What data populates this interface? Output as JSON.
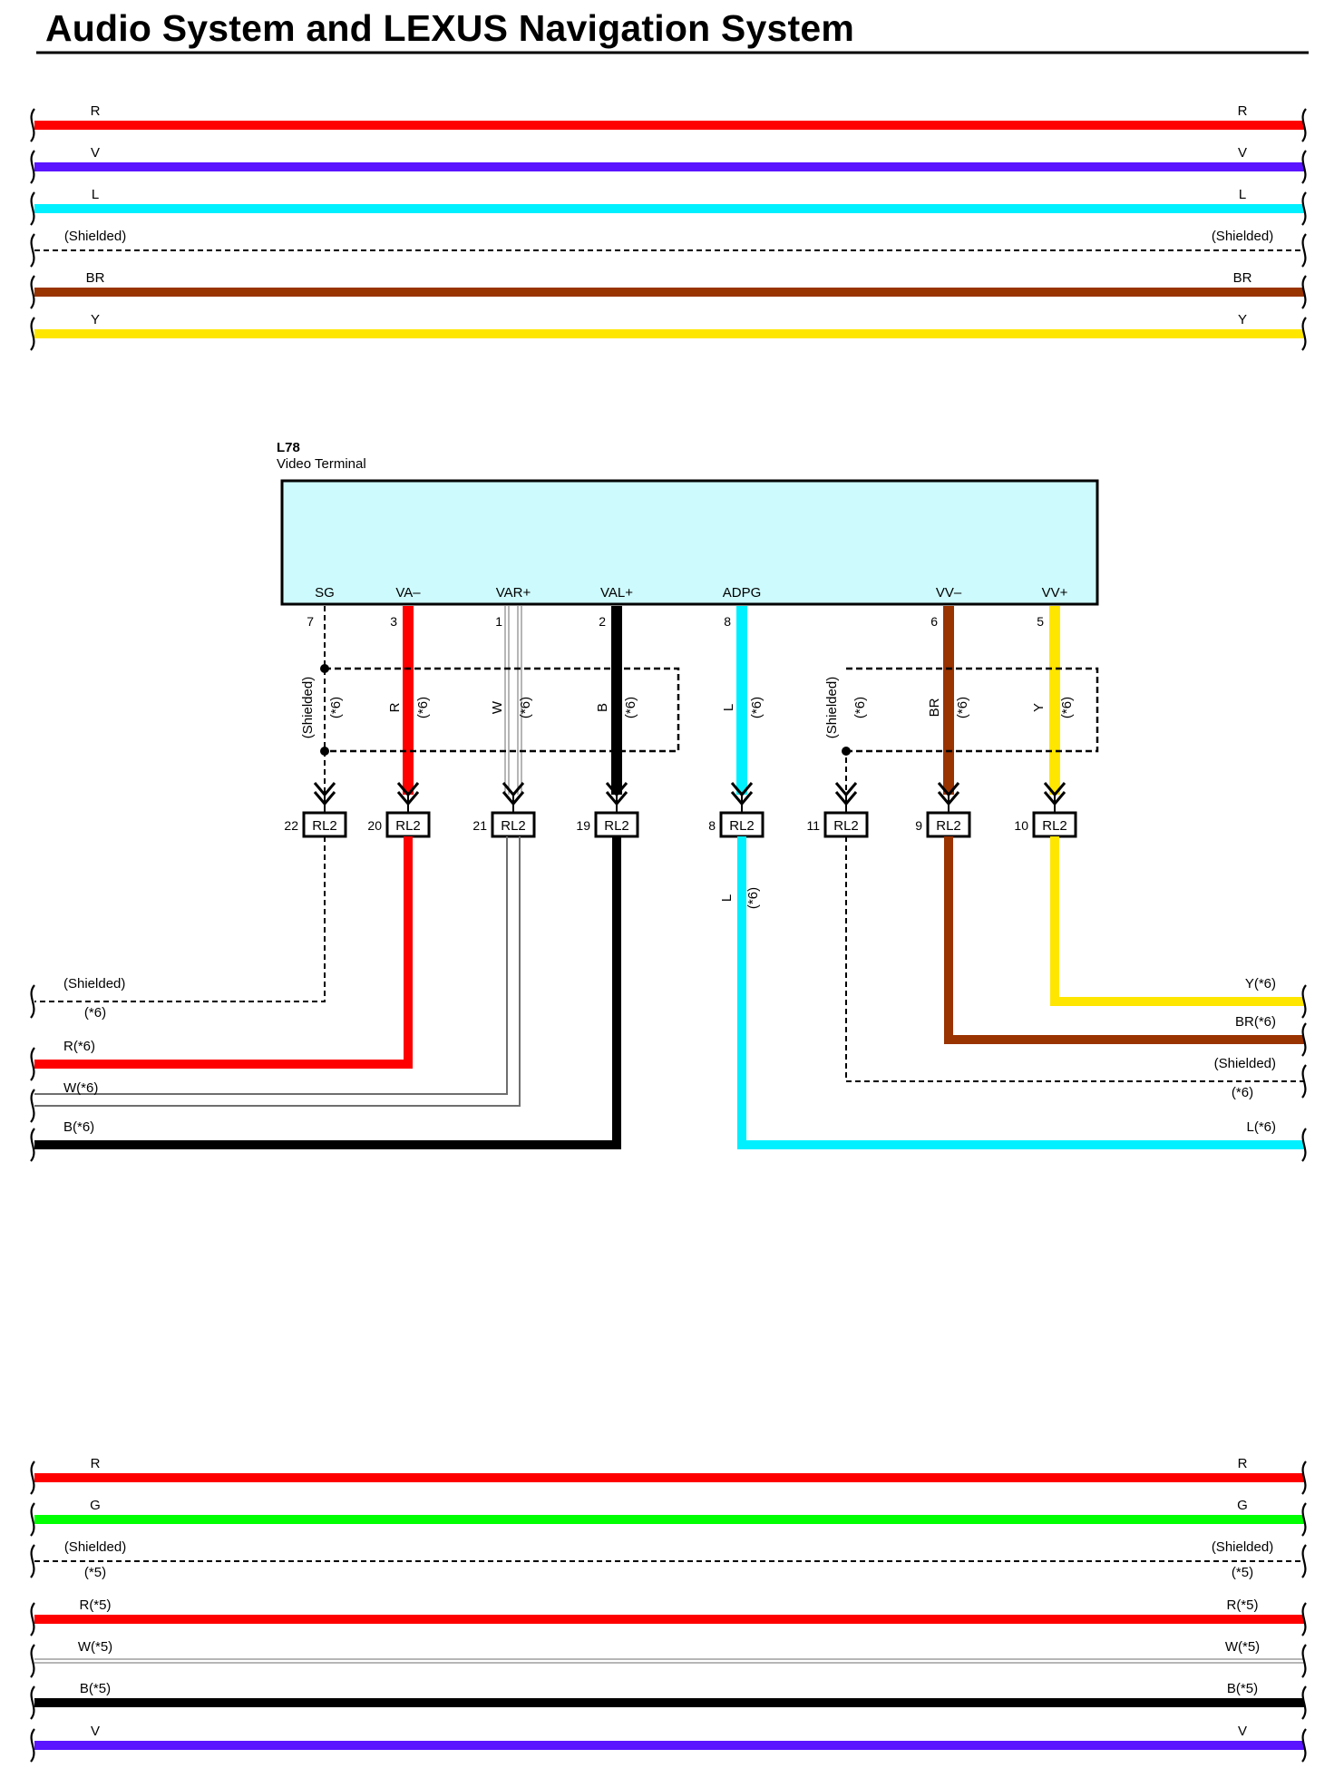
{
  "title": "Audio System and LEXUS Navigation System",
  "colors": {
    "R": "#ff0000",
    "V": "#5a14ff",
    "L": "#00f0ff",
    "BR": "#993300",
    "Y": "#ffe600",
    "G": "#00ff00",
    "B": "#000000",
    "W": "#888888",
    "connector_fill": "#cdfafd"
  },
  "top_harness": [
    {
      "left": "R",
      "right": "R",
      "color": "R"
    },
    {
      "left": "V",
      "right": "V",
      "color": "V"
    },
    {
      "left": "L",
      "right": "L",
      "color": "L"
    },
    {
      "left": "(Shielded)",
      "right": "(Shielded)",
      "color": "shielded"
    },
    {
      "left": "BR",
      "right": "BR",
      "color": "BR"
    },
    {
      "left": "Y",
      "right": "Y",
      "color": "Y"
    }
  ],
  "connector": {
    "code": "L78",
    "name": "Video Terminal",
    "terminals": [
      {
        "name": "SG",
        "pin": "7"
      },
      {
        "name": "VA–",
        "pin": "3"
      },
      {
        "name": "VAR+",
        "pin": "1"
      },
      {
        "name": "VAL+",
        "pin": "2"
      },
      {
        "name": "ADPG",
        "pin": "8"
      },
      {
        "name": "VV–",
        "pin": "6"
      },
      {
        "name": "VV+",
        "pin": "5"
      }
    ]
  },
  "wire_labels": [
    {
      "color_code": "(Shielded)",
      "note": "(*6)"
    },
    {
      "color_code": "R",
      "note": "(*6)"
    },
    {
      "color_code": "W",
      "note": "(*6)"
    },
    {
      "color_code": "B",
      "note": "(*6)"
    },
    {
      "color_code": "L",
      "note": "(*6)"
    },
    {
      "color_code": "(Shielded)",
      "note": "(*6)"
    },
    {
      "color_code": "BR",
      "note": "(*6)"
    },
    {
      "color_code": "Y",
      "note": "(*6)"
    }
  ],
  "junction_connectors": [
    {
      "pin": "22",
      "label": "RL2"
    },
    {
      "pin": "20",
      "label": "RL2"
    },
    {
      "pin": "21",
      "label": "RL2"
    },
    {
      "pin": "19",
      "label": "RL2"
    },
    {
      "pin": "8",
      "label": "RL2"
    },
    {
      "pin": "11",
      "label": "RL2"
    },
    {
      "pin": "9",
      "label": "RL2"
    },
    {
      "pin": "10",
      "label": "RL2"
    }
  ],
  "l_wire_label": {
    "color_code": "L",
    "note": "(*6)"
  },
  "left_exits": [
    {
      "label": "(Shielded)",
      "note": "(*6)"
    },
    {
      "label": "R(*6)"
    },
    {
      "label": "W(*6)"
    },
    {
      "label": "B(*6)"
    }
  ],
  "right_exits": [
    {
      "label": "Y(*6)"
    },
    {
      "label": "BR(*6)"
    },
    {
      "label": "(Shielded)",
      "note": "(*6)"
    },
    {
      "label": "L(*6)"
    }
  ],
  "bottom_harness": [
    {
      "left": "R",
      "right": "R",
      "color": "R"
    },
    {
      "left": "G",
      "right": "G",
      "color": "G"
    },
    {
      "left": "(Shielded)",
      "right": "(Shielded)",
      "note": "(*5)",
      "color": "shielded"
    },
    {
      "left": "R(*5)",
      "right": "R(*5)",
      "color": "R"
    },
    {
      "left": "W(*5)",
      "right": "W(*5)",
      "color": "W"
    },
    {
      "left": "B(*5)",
      "right": "B(*5)",
      "color": "B"
    },
    {
      "left": "V",
      "right": "V",
      "color": "V"
    }
  ]
}
